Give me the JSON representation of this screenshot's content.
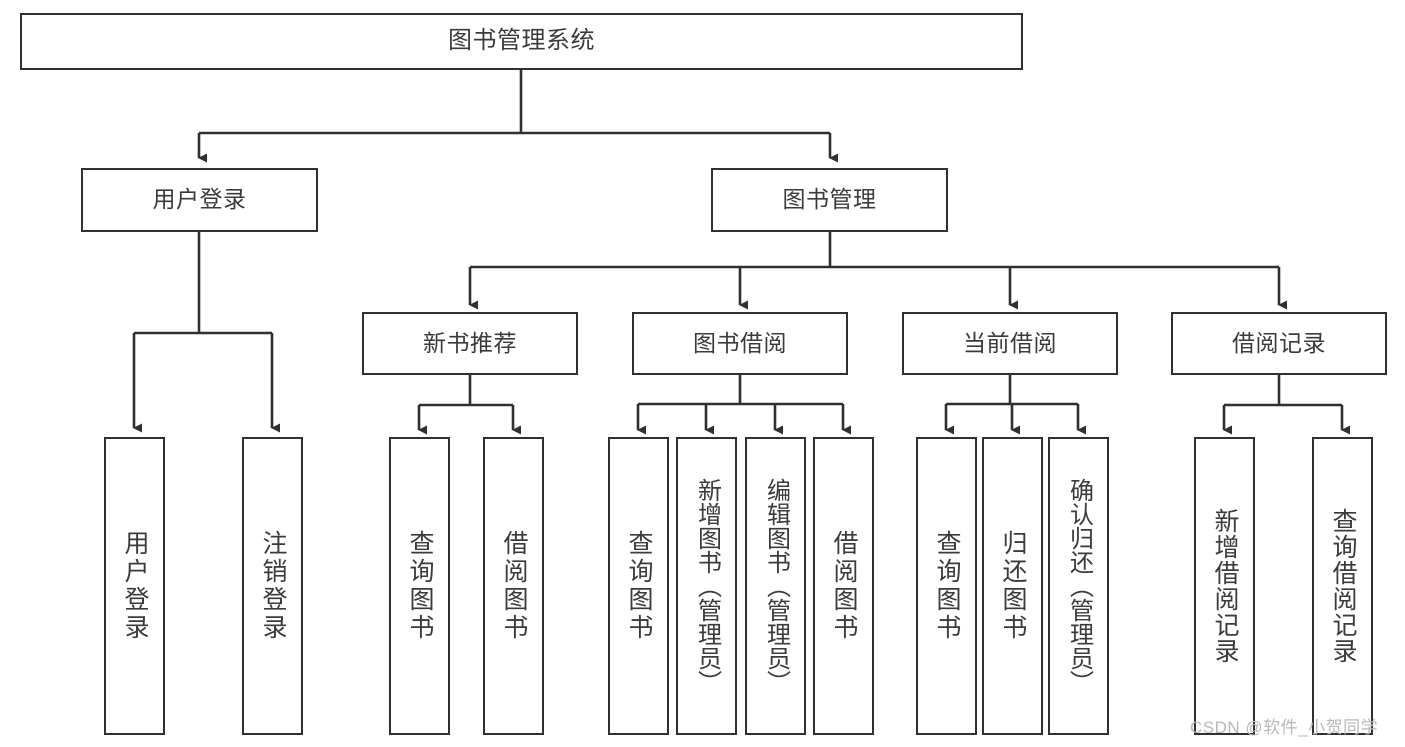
{
  "diagram": {
    "title": "图书管理系统",
    "type": "hierarchy-tree",
    "root": {
      "label": "图书管理系统"
    },
    "level2": [
      {
        "label": "用户登录"
      },
      {
        "label": "图书管理"
      }
    ],
    "level3": [
      {
        "label": "新书推荐"
      },
      {
        "label": "图书借阅"
      },
      {
        "label": "当前借阅"
      },
      {
        "label": "借阅记录"
      }
    ],
    "leaves": {
      "user_login": [
        {
          "label": "用户登录"
        },
        {
          "label": "注销登录"
        }
      ],
      "new_book_recommend": [
        {
          "label": "查询图书"
        },
        {
          "label": "借阅图书"
        }
      ],
      "book_borrow": [
        {
          "label": "查询图书"
        },
        {
          "label": "新增图书（管理员）"
        },
        {
          "label": "编辑图书（管理员）"
        },
        {
          "label": "借阅图书"
        }
      ],
      "current_borrow": [
        {
          "label": "查询图书"
        },
        {
          "label": "归还图书"
        },
        {
          "label": "确认归还（管理员）"
        }
      ],
      "borrow_record": [
        {
          "label": "新增借阅记录"
        },
        {
          "label": "查询借阅记录"
        }
      ]
    }
  },
  "watermark": {
    "text": "CSDN @软件_小贺同学"
  },
  "colors": {
    "border": "#303030",
    "text": "#3b3b3b",
    "background": "#ffffff",
    "watermark": "#b9b9b9"
  }
}
